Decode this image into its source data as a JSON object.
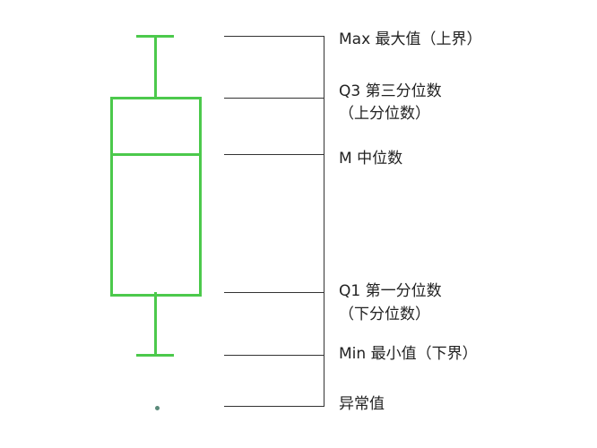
{
  "diagram": {
    "type": "boxplot-explanation",
    "colors": {
      "box": "#4cc94c",
      "leader": "#333333",
      "outlier": "#5a8a7a"
    },
    "labels": [
      {
        "id": "max",
        "line1": "Max 最大值（上界）"
      },
      {
        "id": "q3",
        "line1": "Q3 第三分位数",
        "line2": "（上分位数）"
      },
      {
        "id": "median",
        "line1": "M 中位数"
      },
      {
        "id": "q1",
        "line1": "Q1 第一分位数",
        "line2": "（下分位数）"
      },
      {
        "id": "min",
        "line1": "Min 最小值（下界）"
      },
      {
        "id": "outlier",
        "line1": "异常值"
      }
    ]
  }
}
